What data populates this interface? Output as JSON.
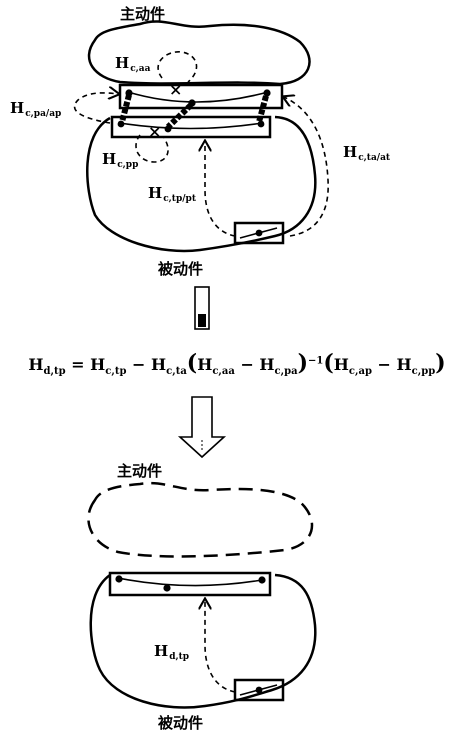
{
  "top": {
    "driver_label": "主动件",
    "follower_label": "被动件",
    "symbols": {
      "aa": {
        "H": "H",
        "sub": "c,aa"
      },
      "pa_ap": {
        "H": "H",
        "sub": "c,pa/ap"
      },
      "pp": {
        "H": "H",
        "sub": "c,pp"
      },
      "tp_pt": {
        "H": "H",
        "sub": "c,tp/pt"
      },
      "ta_at": {
        "H": "H",
        "sub": "c,ta/at"
      }
    }
  },
  "formula": {
    "lhs": "H",
    "lhs_sub": "d,tp",
    "eq": " = ",
    "t1": "H",
    "t1_sub": "c,tp",
    "minus1": " − ",
    "t2": "H",
    "t2_sub": "c,ta",
    "open1": "(",
    "t3": "H",
    "t3_sub": "c,aa",
    "minus2": " − ",
    "t4": "H",
    "t4_sub": "c,pa",
    "close1": ")",
    "exp": "−1",
    "open2": "(",
    "t5": "H",
    "t5_sub": "c,ap",
    "minus3": " − ",
    "t6": "H",
    "t6_sub": "c,pp",
    "close2": ")"
  },
  "bottom": {
    "driver_label": "主动件",
    "follower_label": "被动件",
    "symbol": {
      "H": "H",
      "sub": "d,tp"
    }
  }
}
